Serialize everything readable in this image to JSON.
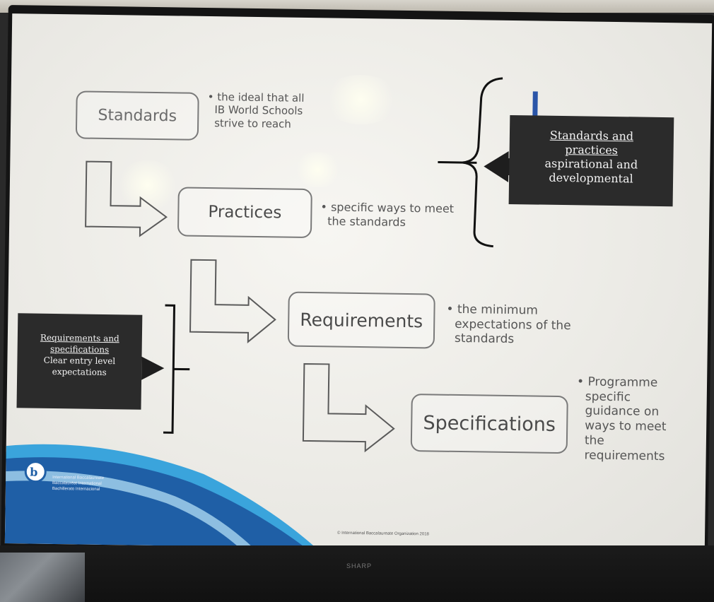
{
  "boxes": {
    "standards": "Standards",
    "practices": "Practices",
    "requirements": "Requirements",
    "specifications": "Specifications"
  },
  "bullets": {
    "standards": [
      "• the ideal that all",
      "IB World Schools",
      "strive to reach"
    ],
    "practices": [
      "• specific ways to meet",
      "the standards"
    ],
    "requirements": [
      "• the minimum",
      "expectations of the",
      "standards"
    ],
    "specifications": [
      "• Programme",
      "specific",
      "guidance on",
      "ways to meet",
      "the",
      "requirements"
    ]
  },
  "standards_practices_note": {
    "title_lines": [
      "Standards and",
      "practices"
    ],
    "body_lines": [
      "aspirational and",
      "developmental"
    ]
  },
  "requirements_specs_note": {
    "title_lines": [
      "Requirements and",
      "specifications"
    ],
    "body_lines": [
      "Clear entry level",
      "expectations"
    ]
  },
  "logo_text": [
    "International Baccalaureate",
    "Baccalauréat International",
    "Bachillerato Internacional"
  ],
  "footer": "© International Baccalaureate Organization 2018",
  "tv_brand": "SHARP",
  "colors": {
    "ib_blue": "#1f5fa6",
    "ib_light_blue": "#3aa4dc",
    "dark_box": "#2b2b2b"
  }
}
